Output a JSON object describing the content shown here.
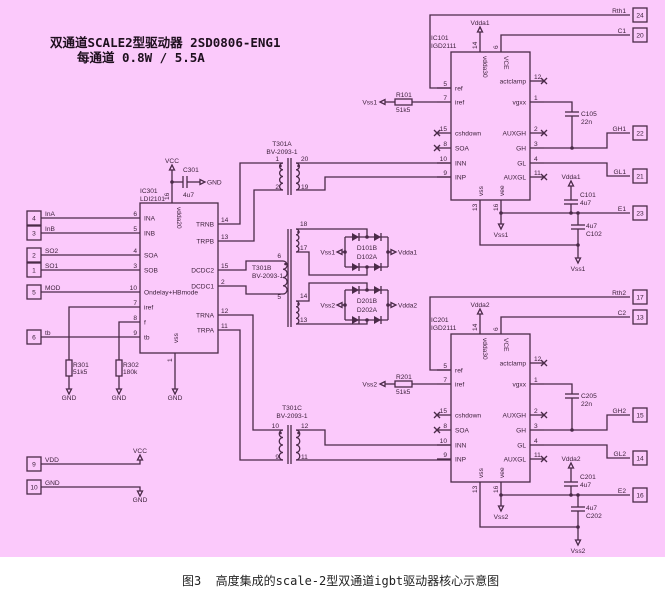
{
  "title": {
    "line1": "双通道SCALE2型驱动器 2SD0806-ENG1",
    "line2": "每通道 0.8W / 5.5A"
  },
  "caption": "图3  高度集成的scale-2型双通道igbt驱动器核心示意图",
  "colors": {
    "background": "#fbc9fb",
    "wire": "#4a2a48",
    "page": "#ffffff"
  },
  "rails": {
    "vcc": "VCC",
    "gnd": "GND"
  },
  "ic301": {
    "ref": "IC301",
    "part": "LDI2101",
    "top_pin": {
      "num": "16",
      "name": "vdda20"
    },
    "bottom_pin": {
      "num": "1",
      "name": "vss"
    },
    "left_pins": [
      {
        "num": "6",
        "name": "INA",
        "net": "InA",
        "connector": "4"
      },
      {
        "num": "5",
        "name": "INB",
        "net": "InB",
        "connector": "3"
      },
      {
        "num": "4",
        "name": "SOA",
        "net": "SO2",
        "connector": "2"
      },
      {
        "num": "3",
        "name": "SOB",
        "net": "SO1",
        "connector": "1"
      },
      {
        "num": "10",
        "name": "Ondelay+HBmode",
        "net": "MOD",
        "connector": "5"
      },
      {
        "num": "7",
        "name": "iref"
      },
      {
        "num": "8",
        "name": "f"
      },
      {
        "num": "9",
        "name": "tb",
        "net": "tb",
        "connector": "6"
      }
    ],
    "right_pins": [
      {
        "num": "14",
        "name": "TRNB"
      },
      {
        "num": "13",
        "name": "TRPB"
      },
      {
        "num": "15",
        "name": "DCDC2"
      },
      {
        "num": "2",
        "name": "DCDC1"
      },
      {
        "num": "12",
        "name": "TRNA"
      },
      {
        "num": "11",
        "name": "TRPA"
      }
    ]
  },
  "c301": {
    "ref": "C301",
    "value": "4u7"
  },
  "r301": {
    "ref": "R301",
    "value": "51k5"
  },
  "r302": {
    "ref": "R302",
    "value": "180k"
  },
  "transformers": [
    {
      "ref": "T301A",
      "part": "BV-2093-1",
      "pins": [
        "1",
        "2",
        "20",
        "19"
      ]
    },
    {
      "ref": "T301B",
      "part": "BV-2093-1",
      "pins": [
        "6",
        "5",
        "18",
        "17",
        "14",
        "13"
      ]
    },
    {
      "ref": "T301C",
      "part": "BV-2093-1",
      "pins": [
        "10",
        "9",
        "12",
        "11"
      ]
    }
  ],
  "bridges": [
    {
      "d1": "D101B",
      "d2": "D102A",
      "vss": "Vss1",
      "vdda": "Vdda1"
    },
    {
      "d1": "D201B",
      "d2": "D202A",
      "vss": "Vss2",
      "vdda": "Vdda2"
    }
  ],
  "channels": [
    {
      "ic": "IC101",
      "part": "IGD2111",
      "vdda": "Vdda1",
      "vss": "Vss1",
      "top_pins": [
        {
          "num": "14",
          "name": "vdda30"
        },
        {
          "num": "6",
          "name": "VCE"
        }
      ],
      "bottom_pins": [
        {
          "num": "13",
          "name": "vss"
        },
        {
          "num": "16",
          "name": "vee"
        }
      ],
      "left_pins": [
        {
          "num": "5",
          "name": "ref"
        },
        {
          "num": "7",
          "name": "iref"
        },
        {
          "num": "15",
          "name": "cshdown"
        },
        {
          "num": "8",
          "name": "SOA"
        },
        {
          "num": "10",
          "name": "INN"
        },
        {
          "num": "9",
          "name": "INP"
        }
      ],
      "right_pins": [
        {
          "num": "12",
          "name": "actclamp"
        },
        {
          "num": "1",
          "name": "vgxx"
        },
        {
          "num": "2",
          "name": "AUXGH"
        },
        {
          "num": "3",
          "name": "GH"
        },
        {
          "num": "4",
          "name": "GL"
        },
        {
          "num": "11",
          "name": "AUXGL"
        }
      ],
      "resistor": {
        "ref": "R101",
        "value": "51k5"
      },
      "cap_vg": {
        "ref": "C105",
        "value": "22n"
      },
      "cap_supply": {
        "ref": "C101",
        "value": "4u7"
      },
      "cap_emitter": {
        "ref": "C102",
        "value": "4u7"
      },
      "connectors": {
        "rth": {
          "net": "Rth1",
          "num": "24"
        },
        "c": {
          "net": "C1",
          "num": "20"
        },
        "gh": {
          "net": "GH1",
          "num": "22"
        },
        "gl": {
          "net": "GL1",
          "num": "21"
        },
        "e": {
          "net": "E1",
          "num": "23"
        }
      }
    },
    {
      "ic": "IC201",
      "part": "IGD2111",
      "vdda": "Vdda2",
      "vss": "Vss2",
      "top_pins": [
        {
          "num": "14",
          "name": "vdda30"
        },
        {
          "num": "6",
          "name": "VCE"
        }
      ],
      "bottom_pins": [
        {
          "num": "13",
          "name": "vss"
        },
        {
          "num": "16",
          "name": "vee"
        }
      ],
      "left_pins": [
        {
          "num": "5",
          "name": "ref"
        },
        {
          "num": "7",
          "name": "iref"
        },
        {
          "num": "15",
          "name": "cshdown"
        },
        {
          "num": "8",
          "name": "SOA"
        },
        {
          "num": "10",
          "name": "INN"
        },
        {
          "num": "9",
          "name": "INP"
        }
      ],
      "right_pins": [
        {
          "num": "12",
          "name": "actclamp"
        },
        {
          "num": "1",
          "name": "vgxx"
        },
        {
          "num": "2",
          "name": "AUXGH"
        },
        {
          "num": "3",
          "name": "GH"
        },
        {
          "num": "4",
          "name": "GL"
        },
        {
          "num": "11",
          "name": "AUXGL"
        }
      ],
      "resistor": {
        "ref": "R201",
        "value": "51k5"
      },
      "cap_vg": {
        "ref": "C205",
        "value": "22n"
      },
      "cap_supply": {
        "ref": "C201",
        "value": "4u7"
      },
      "cap_emitter": {
        "ref": "C202",
        "value": "4u7"
      },
      "connectors": {
        "rth": {
          "net": "Rth2",
          "num": "17"
        },
        "c": {
          "net": "C2",
          "num": "13"
        },
        "gh": {
          "net": "GH2",
          "num": "15"
        },
        "gl": {
          "net": "GL2",
          "num": "14"
        },
        "e": {
          "net": "E2",
          "num": "16"
        }
      }
    }
  ],
  "power_connectors": [
    {
      "num": "9",
      "net": "VDD",
      "rail": "VCC"
    },
    {
      "num": "10",
      "net": "GND",
      "rail": "GND"
    }
  ]
}
